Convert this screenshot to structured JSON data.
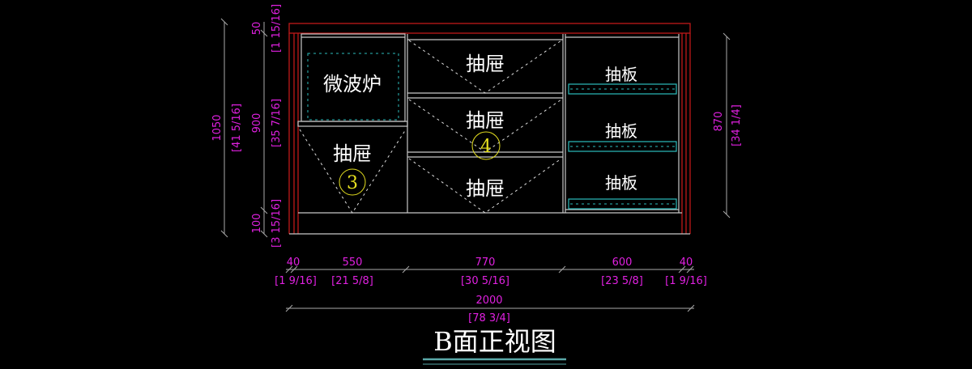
{
  "title": "B面正视图",
  "labels": {
    "microwave": "微波炉",
    "drawer": "抽屉",
    "shelf": "抽板"
  },
  "callouts": [
    "3",
    "4"
  ],
  "dimensions": {
    "left_total": {
      "mm": "1050",
      "in": "[41 5/16]"
    },
    "left_top": {
      "mm": "50",
      "in": "[1 15/16]"
    },
    "left_mid": {
      "mm": "900",
      "in": "[35 7/16]"
    },
    "left_bottom": {
      "mm": "100",
      "in": "[3 15/16]"
    },
    "right": {
      "mm": "870",
      "in": "[34 1/4]"
    },
    "bottom": [
      {
        "mm": "40",
        "in": "[1 9/16]"
      },
      {
        "mm": "550",
        "in": "[21 5/8]"
      },
      {
        "mm": "770",
        "in": "[30 5/16]"
      },
      {
        "mm": "600",
        "in": "[23 5/8]"
      },
      {
        "mm": "40",
        "in": "[1 9/16]"
      }
    ],
    "total_width": {
      "mm": "2000",
      "in": "[78 3/4]"
    }
  },
  "colors": {
    "dimension": "#e020e0",
    "panel": "#c01818",
    "glass": "#2bbcbc",
    "callout": "#e6e020"
  }
}
